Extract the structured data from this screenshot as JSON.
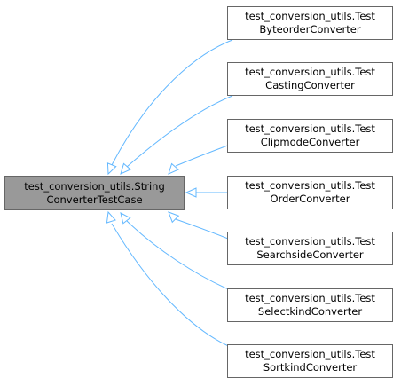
{
  "edge_color": "#63b8ff",
  "base": {
    "line1": "test_conversion_utils.String",
    "line2": "ConverterTestCase",
    "fill": "#999999"
  },
  "children": [
    {
      "line1": "test_conversion_utils.Test",
      "line2": "ByteorderConverter"
    },
    {
      "line1": "test_conversion_utils.Test",
      "line2": "CastingConverter"
    },
    {
      "line1": "test_conversion_utils.Test",
      "line2": "ClipmodeConverter"
    },
    {
      "line1": "test_conversion_utils.Test",
      "line2": "OrderConverter"
    },
    {
      "line1": "test_conversion_utils.Test",
      "line2": "SearchsideConverter"
    },
    {
      "line1": "test_conversion_utils.Test",
      "line2": "SelectkindConverter"
    },
    {
      "line1": "test_conversion_utils.Test",
      "line2": "SortkindConverter"
    }
  ]
}
